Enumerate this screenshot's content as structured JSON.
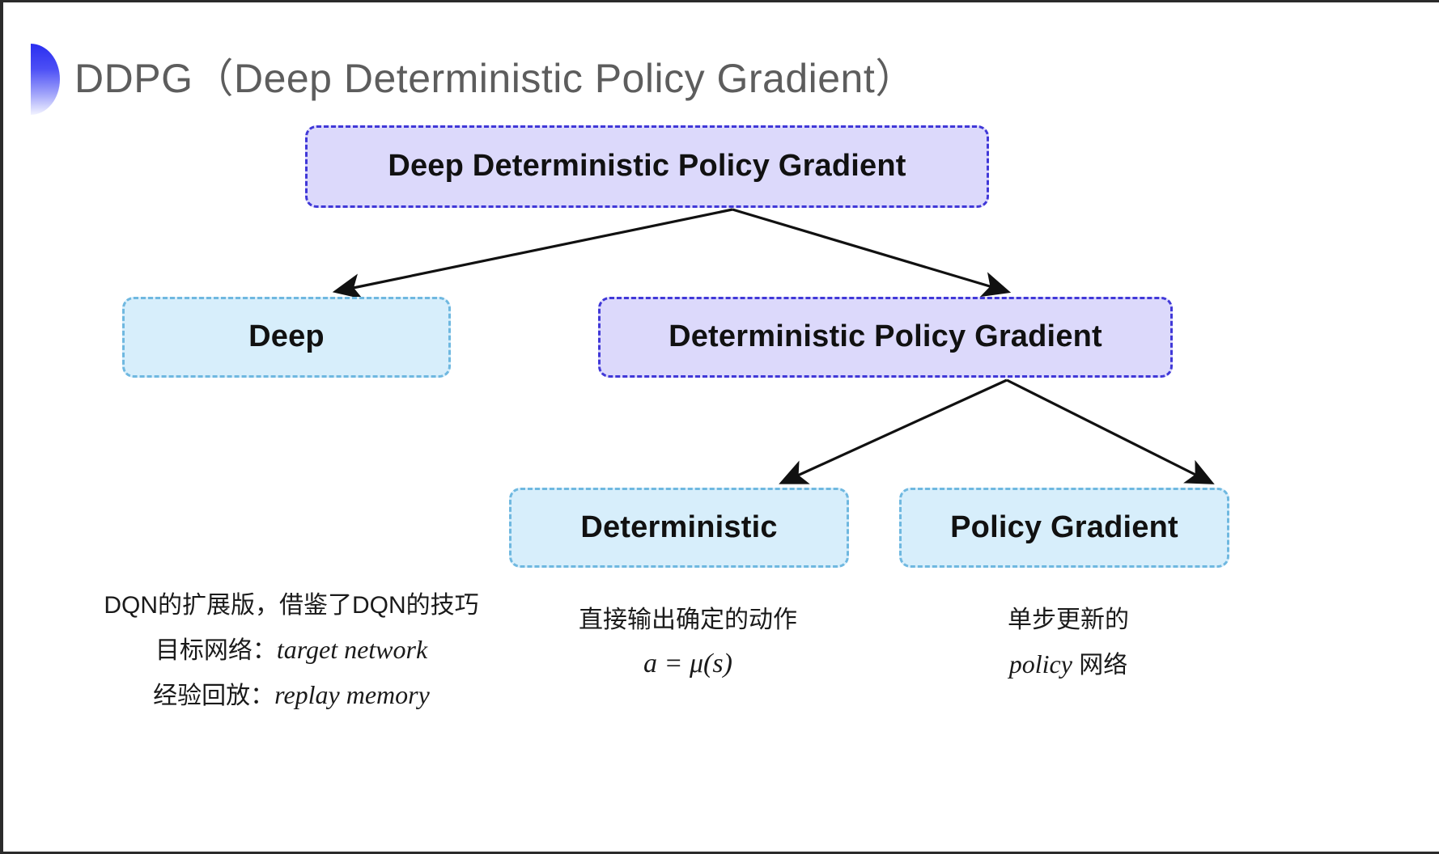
{
  "slide": {
    "title": "DDPG（Deep Deterministic Policy Gradient）",
    "background_color": "#ffffff",
    "bullet_gradient_from": "#2a2ef0",
    "bullet_gradient_to": "#f2f3ff"
  },
  "colors": {
    "purple_fill": "#dcd9fb",
    "purple_border": "#4038d8",
    "cyan_fill": "#d7eefb",
    "cyan_border": "#6fb8e0",
    "arrow": "#111111",
    "title_text": "#5d5d5d",
    "body_text": "#1a1a1a"
  },
  "diagram": {
    "nodes": {
      "root": "Deep Deterministic Policy Gradient",
      "deep": "Deep",
      "dpg": "Deterministic Policy Gradient",
      "deterministic": "Deterministic",
      "policy_gradient": "Policy Gradient"
    }
  },
  "annotations": {
    "deep": {
      "line1": "DQN的扩展版，借鉴了DQN的技巧",
      "line2_label": "目标网络：",
      "line2_term": "target network",
      "line3_label": "经验回放：",
      "line3_term": "replay memory"
    },
    "deterministic": {
      "line1": "直接输出确定的动作",
      "formula": "a = μ(s)"
    },
    "policy_gradient": {
      "line1": "单步更新的",
      "line2_term": "policy",
      "line2_tail": " 网络"
    }
  }
}
